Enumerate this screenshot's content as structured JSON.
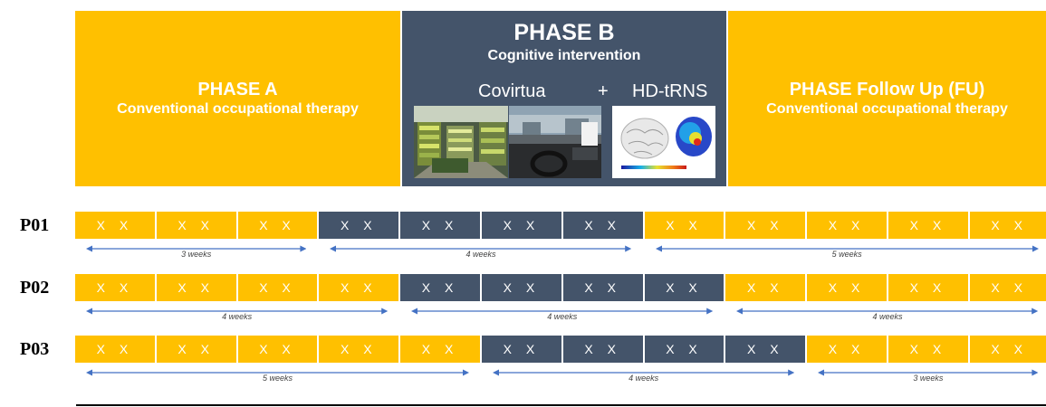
{
  "phases": {
    "a": {
      "title": "PHASE A",
      "subtitle": "Conventional occupational therapy"
    },
    "b": {
      "title": "PHASE B",
      "subtitle": "Cognitive intervention",
      "tool1": "Covirtua",
      "plus": "+",
      "tool2": "HD-tRNS"
    },
    "fu": {
      "title": "PHASE Follow Up (FU)",
      "subtitle": "Conventional occupational therapy"
    }
  },
  "cell_text": "X X",
  "colors": {
    "phase_a": "#ffc000",
    "phase_b": "#44546a",
    "arrow": "#4472c4"
  },
  "participants": [
    {
      "id": "P01",
      "phase_a_weeks": 3,
      "phase_b_weeks": 4,
      "phase_fu_weeks": 5,
      "labels": [
        "3 weeks",
        "4 weeks",
        "5 weeks"
      ]
    },
    {
      "id": "P02",
      "phase_a_weeks": 4,
      "phase_b_weeks": 4,
      "phase_fu_weeks": 4,
      "labels": [
        "4 weeks",
        "4 weeks",
        "4 weeks"
      ]
    },
    {
      "id": "P03",
      "phase_a_weeks": 5,
      "phase_b_weeks": 4,
      "phase_fu_weeks": 3,
      "labels": [
        "5 weeks",
        "4 weeks",
        "3 weeks"
      ]
    }
  ]
}
